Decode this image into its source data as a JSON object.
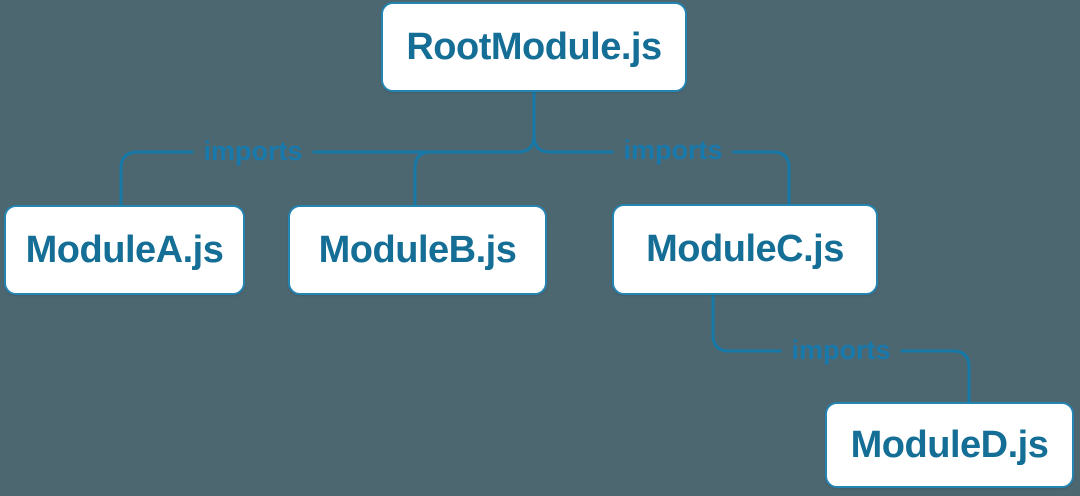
{
  "diagram": {
    "nodes": [
      {
        "id": "root",
        "label": "RootModule.js"
      },
      {
        "id": "moduleA",
        "label": "ModuleA.js"
      },
      {
        "id": "moduleB",
        "label": "ModuleB.js"
      },
      {
        "id": "moduleC",
        "label": "ModuleC.js"
      },
      {
        "id": "moduleD",
        "label": "ModuleD.js"
      }
    ],
    "edges": [
      {
        "from": "RootModule.js",
        "to": "ModuleA.js",
        "label": "imports"
      },
      {
        "from": "RootModule.js",
        "to": "ModuleB.js",
        "label": ""
      },
      {
        "from": "RootModule.js",
        "to": "ModuleC.js",
        "label": "imports"
      },
      {
        "from": "ModuleC.js",
        "to": "ModuleD.js",
        "label": "imports"
      }
    ],
    "colors": {
      "background": "#4d6771",
      "connector": "#1779a8",
      "node_border": "#2484b2",
      "node_fill": "#ffffff",
      "node_text": "#156e95",
      "edge_label_text": "#1879ad"
    }
  }
}
